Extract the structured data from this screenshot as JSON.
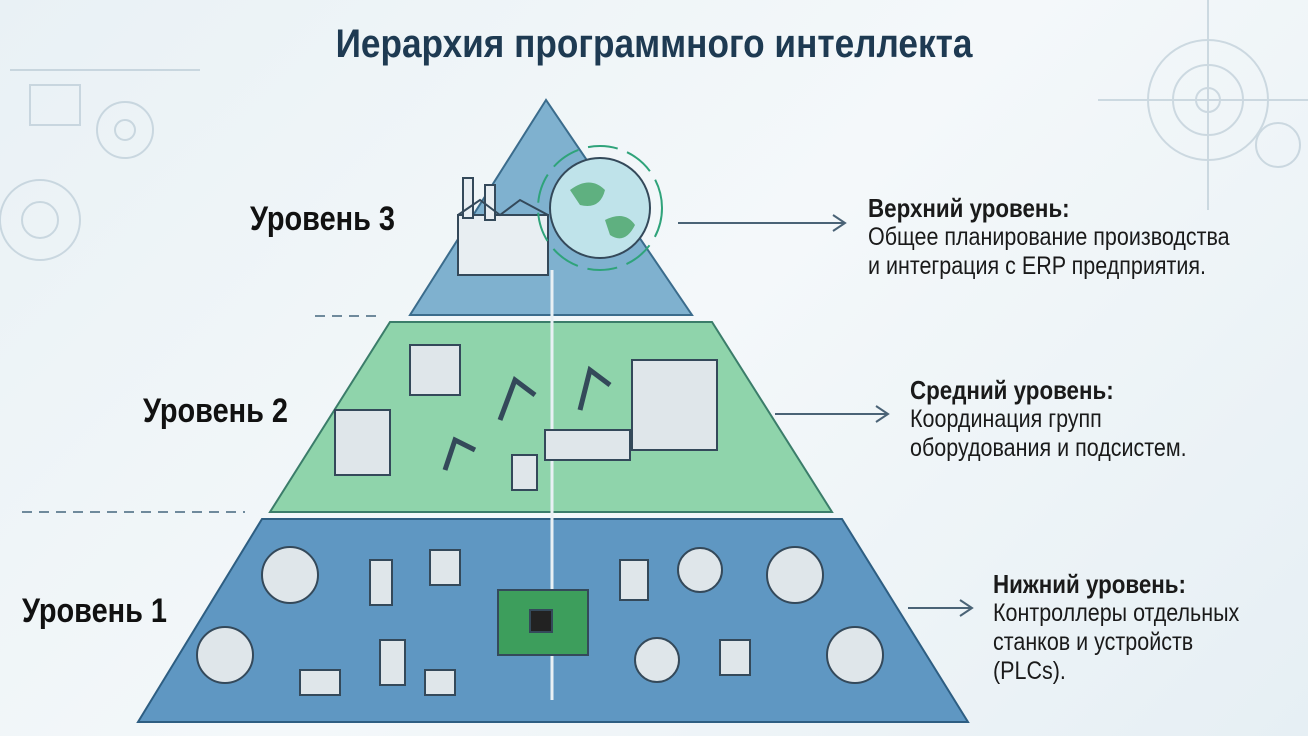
{
  "title": "Иерархия программного интеллекта",
  "levels": [
    {
      "label": "Уровень 3",
      "heading": "Верхний уровень:",
      "lines": [
        "Общее планирование производства",
        "и интеграция с ERP предприятия."
      ],
      "color": "#7fb1cf"
    },
    {
      "label": "Уровень 2",
      "heading": "Средний уровень:",
      "lines": [
        "Координация групп",
        "оборудования и подсистем."
      ],
      "color": "#8fd4ab"
    },
    {
      "label": "Уровень 1",
      "heading": "Нижний уровень:",
      "lines": [
        "Контроллеры отдельных",
        "станков и устройств (PLCs)."
      ],
      "color": "#5f97c2"
    }
  ]
}
